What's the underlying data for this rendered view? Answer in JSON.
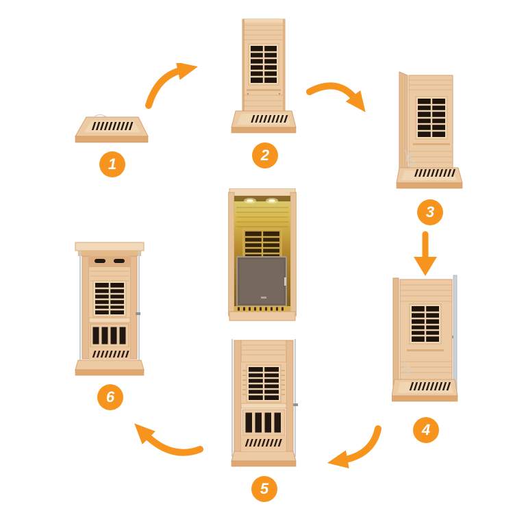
{
  "page": {
    "background_color": "#ffffff"
  },
  "palette": {
    "accent_orange": "#F7941E",
    "wood_light": "#f2d9ba",
    "wood": "#eccaa4",
    "wood_dark": "#dfa871",
    "heater_dark": "#20140c",
    "metal": "#c9ced3",
    "glass_brown": "#6f6156",
    "interior_glow": "#d8b84e"
  },
  "diagram": {
    "kind": "sauna-assembly-cycle",
    "steps": [
      {
        "number": "1",
        "name": "floor-base"
      },
      {
        "number": "2",
        "name": "back-wall-on-base"
      },
      {
        "number": "3",
        "name": "side-panel-added"
      },
      {
        "number": "4",
        "name": "second-side-and-door-post"
      },
      {
        "number": "5",
        "name": "front-frame-and-bench"
      },
      {
        "number": "6",
        "name": "roof-installed"
      }
    ],
    "center_product": {
      "name": "assembled-infrared-sauna"
    },
    "arrows": [
      {
        "name": "arrow-step1-to-step2"
      },
      {
        "name": "arrow-step2-to-step3"
      },
      {
        "name": "arrow-step3-to-step4"
      },
      {
        "name": "arrow-step4-to-step5"
      },
      {
        "name": "arrow-step5-to-step6"
      }
    ]
  }
}
